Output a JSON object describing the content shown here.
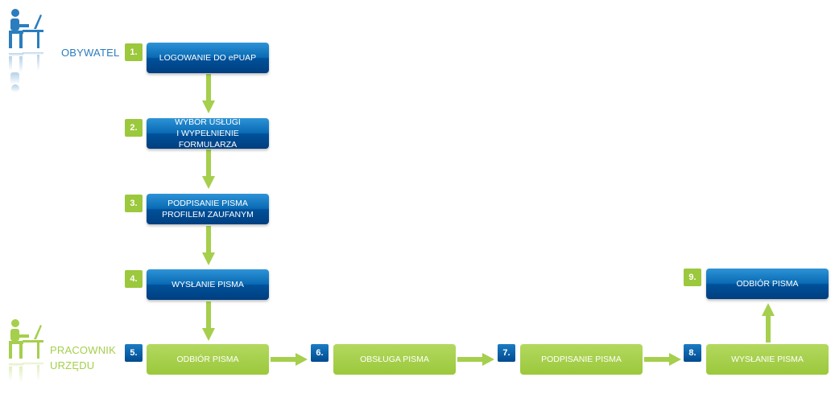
{
  "actors": {
    "citizen": "OBYWATEL",
    "clerk_line1": "PRACOWNIK",
    "clerk_line2": "URZĘDU"
  },
  "steps": [
    {
      "number": "1.",
      "label": "LOGOWANIE DO ePUAP"
    },
    {
      "number": "2.",
      "label": "WYBÓR USŁUGI\nI WYPEŁNIENIE FORMULARZA"
    },
    {
      "number": "3.",
      "label": "PODPISANIE PISMA\nPROFILEM ZAUFANYM"
    },
    {
      "number": "4.",
      "label": "WYSŁANIE PISMA"
    },
    {
      "number": "5.",
      "label": "ODBIÓR PISMA"
    },
    {
      "number": "6.",
      "label": "OBSŁUGA PISMA"
    },
    {
      "number": "7.",
      "label": "PODPISANIE PISMA"
    },
    {
      "number": "8.",
      "label": "WYSŁANIE PISMA"
    },
    {
      "number": "9.",
      "label": "ODBIÓR PISMA"
    }
  ],
  "colors": {
    "citizen_blue": "#0a6bb4",
    "clerk_green": "#9bc83c",
    "arrow_green": "#a5cf4c"
  }
}
